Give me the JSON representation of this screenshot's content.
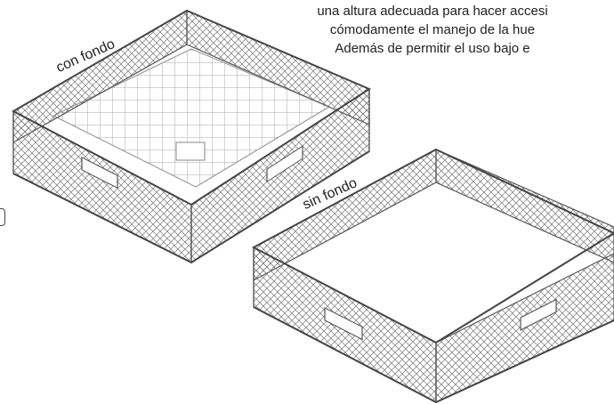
{
  "description": {
    "lines": [
      "una altura adecuada para hacer accesi",
      "cómodamente el manejo de la hue",
      "Además de permitir el uso bajo e"
    ]
  },
  "crates": {
    "with_bottom_label": "con fondo",
    "without_bottom_label": "sin fondo"
  }
}
